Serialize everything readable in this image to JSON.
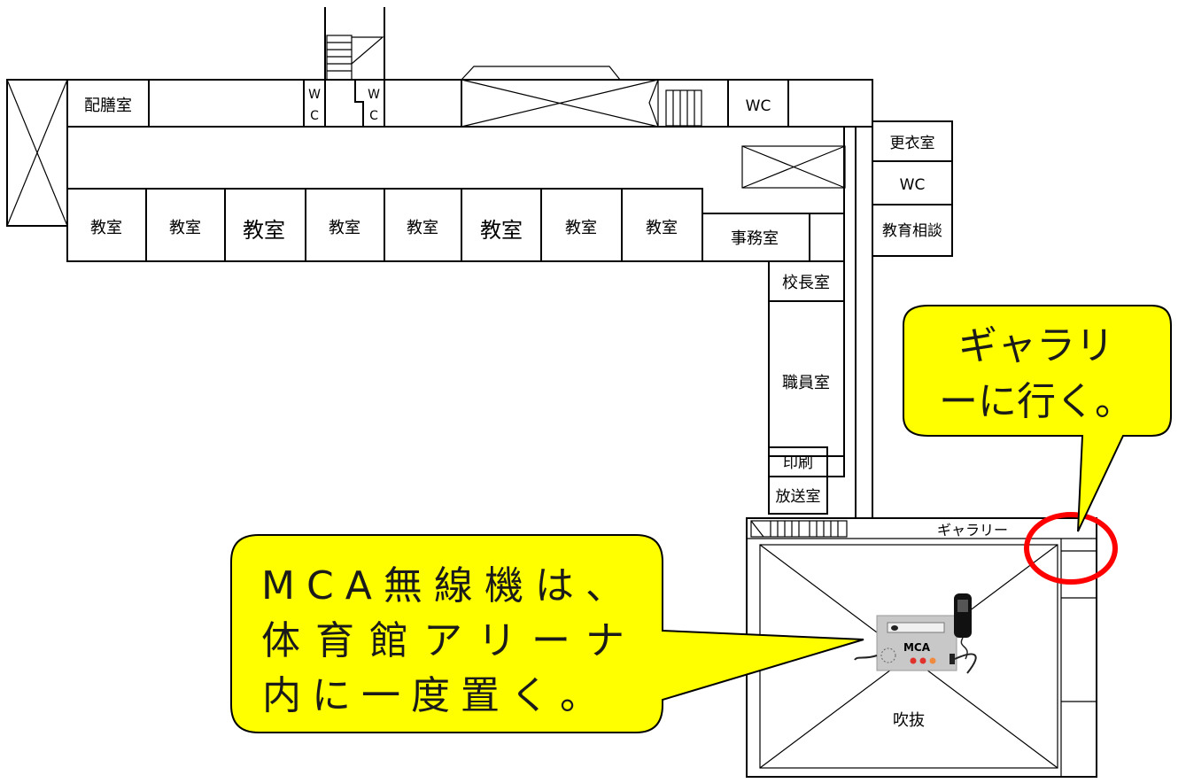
{
  "rooms": {
    "haizen": "配膳室",
    "wc_w": "W",
    "wc_c": "C",
    "wc": "WC",
    "kouishitsu": "更衣室",
    "kyouiku_soudan": "教育相談",
    "kyoushitsu": "教室",
    "jimushitsu": "事務室",
    "kouchoushitsu": "校長室",
    "shokuinshitsu": "職員室",
    "insatsu": "印刷",
    "housoushitsu": "放送室",
    "gallery": "ギャラリー",
    "fukinuke": "吹抜"
  },
  "device": {
    "label": "MCA"
  },
  "callouts": {
    "gallery": [
      "ギャラリ",
      "ーに行く。"
    ],
    "mca": [
      "MCA無線機は、",
      "体育館アリーナ",
      "内に一度置く。"
    ]
  },
  "colors": {
    "callout_fill": "#ffff00",
    "marker": "#ff0000"
  }
}
